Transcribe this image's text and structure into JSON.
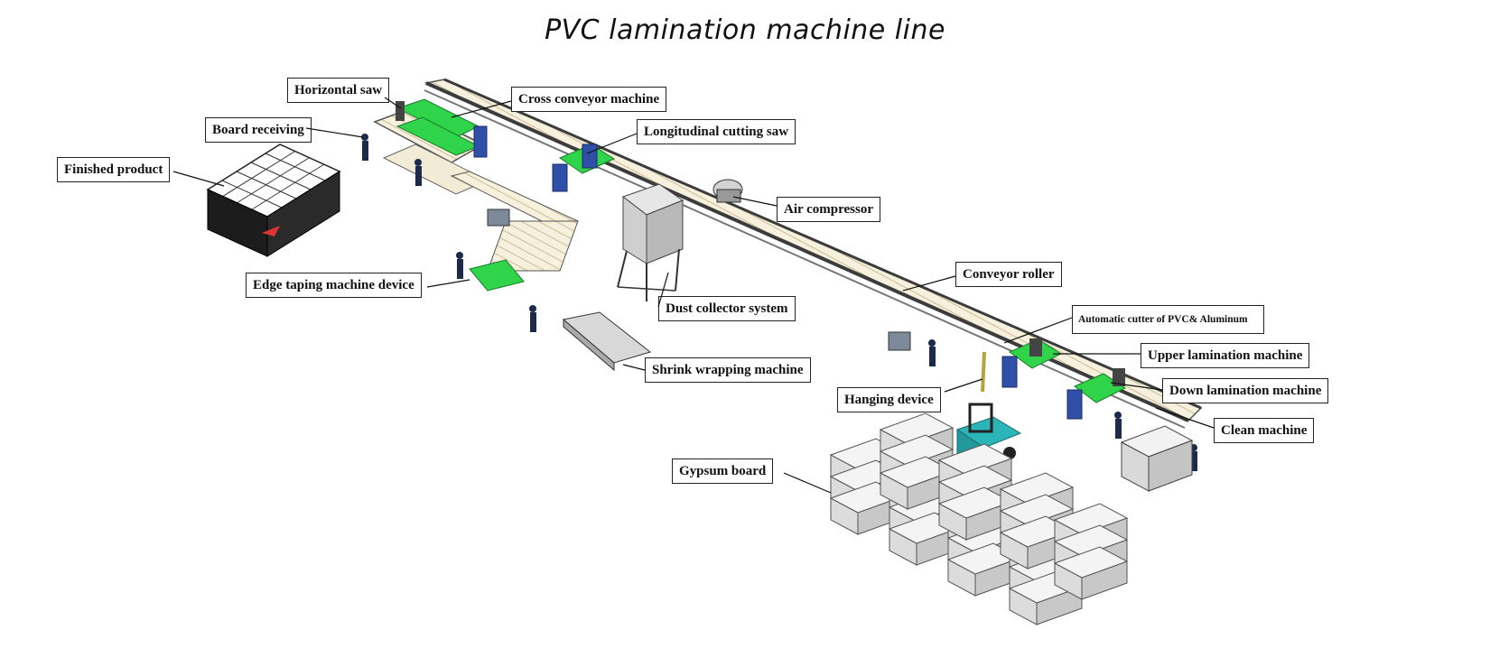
{
  "title": "PVC lamination machine line",
  "labels": [
    {
      "key": "horizontal_saw",
      "text": "Horizontal saw"
    },
    {
      "key": "cross_conveyor",
      "text": "Cross conveyor machine"
    },
    {
      "key": "board_receiving",
      "text": "Board  receiving"
    },
    {
      "key": "longitudinal_saw",
      "text": "Longitudinal cutting saw"
    },
    {
      "key": "finished_product",
      "text": "Finished product"
    },
    {
      "key": "air_compressor",
      "text": "Air compressor"
    },
    {
      "key": "conveyor_roller",
      "text": "Conveyor roller"
    },
    {
      "key": "edge_taping",
      "text": "Edge taping machine device"
    },
    {
      "key": "dust_collector",
      "text": "Dust collector system"
    },
    {
      "key": "auto_cutter",
      "text": "Automatic cutter of PVC& Aluminum"
    },
    {
      "key": "upper_lamination",
      "text": "Upper lamination machine"
    },
    {
      "key": "shrink_wrapping",
      "text": "Shrink wrapping machine"
    },
    {
      "key": "down_lamination",
      "text": "Down lamination machine"
    },
    {
      "key": "hanging_device",
      "text": "Hanging device"
    },
    {
      "key": "clean_machine",
      "text": "Clean machine"
    },
    {
      "key": "gypsum_board",
      "text": "Gypsum board"
    }
  ],
  "colors": {
    "machine_green": "#2fd44a",
    "machine_blue": "#2f4fa8",
    "roller": "#f3edd8",
    "frame": "#4a4a4a",
    "forklift": "#2bb5b8"
  }
}
